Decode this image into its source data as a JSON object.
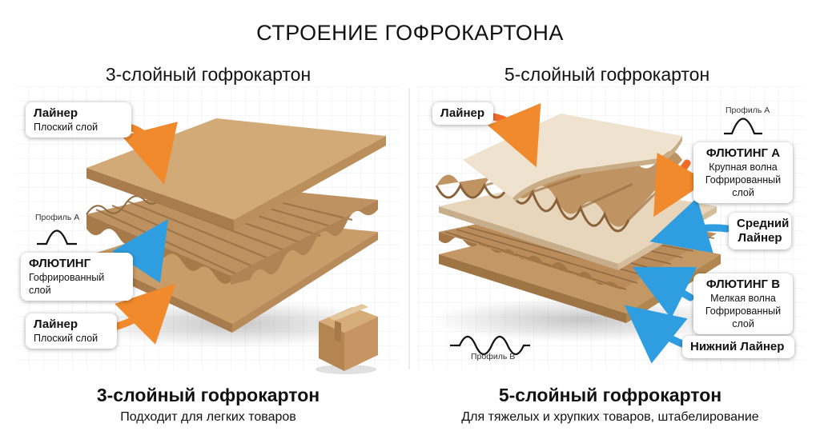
{
  "title": "СТРОЕНИЕ ГОФРОКАРТОНА",
  "left": {
    "heading": "3-слойный гофрокартон",
    "liner_top": {
      "title": "Лайнер",
      "subtitle": "Плоский слой"
    },
    "fluting": {
      "title": "ФЛЮТИНГ",
      "subtitle": "Гофрированный слой"
    },
    "liner_bottom": {
      "title": "Лайнер",
      "subtitle": "Плоский слой"
    },
    "profile_label": "Профиль А",
    "footer_title": "3-слойный гофрокартон",
    "footer_subtitle": "Подходит для легких товаров"
  },
  "right": {
    "heading": "5-слойный гофрокартон",
    "liner_top": {
      "title": "Лайнер"
    },
    "fluting_a": {
      "title": "ФЛЮТИНГ А",
      "line1": "Крупная волна",
      "line2": "Гофрированный слой"
    },
    "middle_liner": {
      "line1": "Средний",
      "line2": "Лайнер"
    },
    "fluting_b": {
      "title": "ФЛЮТИНГ В",
      "line1": "Мелкая волна",
      "line2": "Гофрированный слой"
    },
    "bottom_liner": {
      "title": "Нижний Лайнер"
    },
    "profile_a_label": "Профиль А",
    "profile_b_label": "Профиль В",
    "footer_title": "5-слойный гофрокартон",
    "footer_subtitle": "Для тяжелых и хрупких товаров, штабелирование"
  },
  "colors": {
    "kraft": "#c9a06e",
    "kraft_dark": "#9c7548",
    "kraft_light": "#e6d3b8",
    "arrow_orange": "#f08a2c",
    "arrow_blue": "#2f9ee0"
  }
}
